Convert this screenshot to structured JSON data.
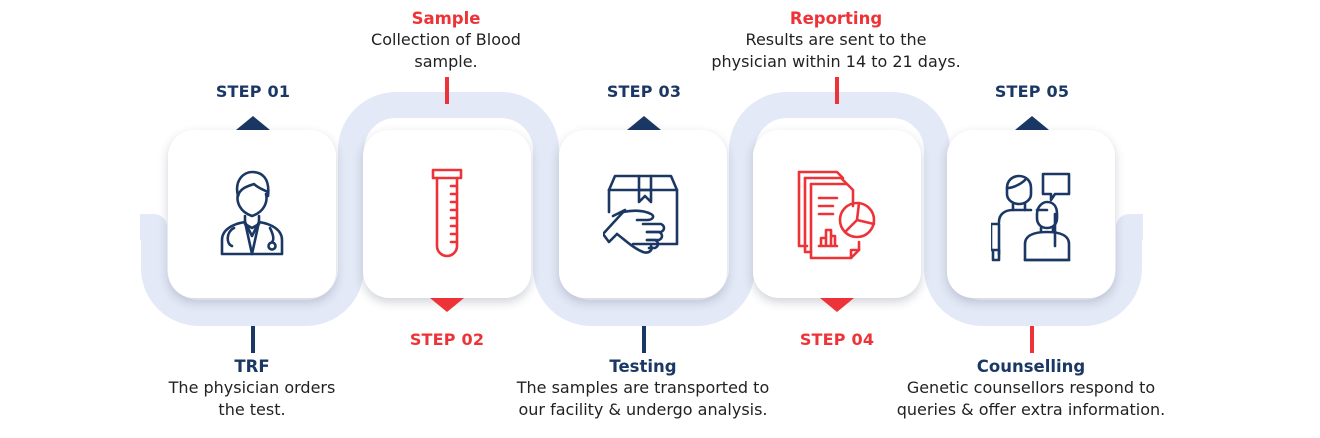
{
  "colors": {
    "navy": "#1b3764",
    "red": "#ee3338",
    "track": "#e3e9f6",
    "card": "#ffffff",
    "text": "#222222"
  },
  "steps": [
    {
      "step_label": "STEP 01",
      "title": "TRF",
      "description_lines": [
        "The physician orders",
        "the test."
      ],
      "icon": "doctor-icon",
      "accent": "navy",
      "label_position": "top",
      "description_position": "bottom"
    },
    {
      "step_label": "STEP 02",
      "title": "Sample",
      "description_lines": [
        "Collection of Blood",
        "sample."
      ],
      "icon": "test-tube-icon",
      "accent": "red",
      "label_position": "bottom",
      "description_position": "top"
    },
    {
      "step_label": "STEP 03",
      "title": "Testing",
      "description_lines": [
        "The samples are transported to",
        "our facility & undergo analysis."
      ],
      "icon": "package-hand-icon",
      "accent": "navy",
      "label_position": "top",
      "description_position": "bottom"
    },
    {
      "step_label": "STEP 04",
      "title": "Reporting",
      "description_lines": [
        "Results are sent to the",
        "physician within 14 to 21 days."
      ],
      "icon": "report-chart-icon",
      "accent": "red",
      "label_position": "bottom",
      "description_position": "top"
    },
    {
      "step_label": "STEP 05",
      "title": "Counselling",
      "description_lines": [
        "Genetic counsellors respond to",
        "queries & offer extra information."
      ],
      "icon": "counselling-icon",
      "accent": "navy",
      "label_position": "top",
      "description_position": "bottom"
    }
  ]
}
